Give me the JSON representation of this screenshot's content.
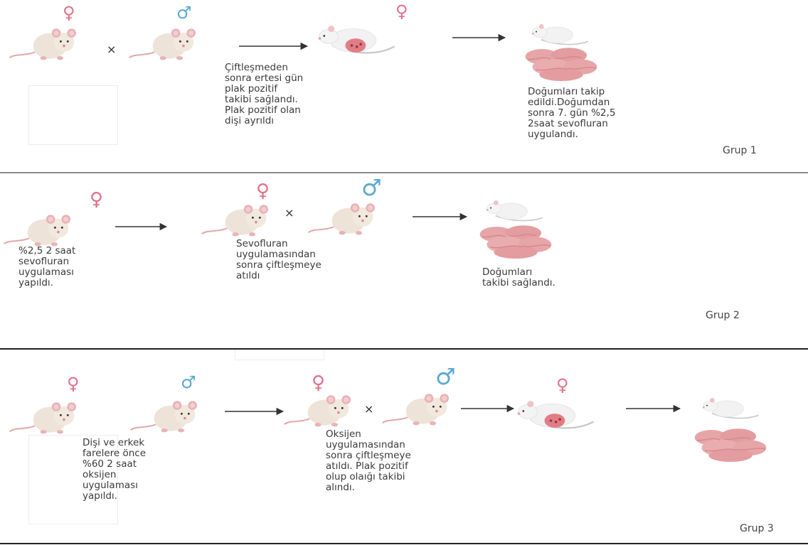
{
  "symbols": {
    "female": "♀",
    "male": "♂",
    "cross": "×"
  },
  "colors": {
    "female": "#e0718a",
    "male": "#5aa9d1",
    "mouse_fur": "#ede3d8",
    "mouse_pink": "#e8b3b8",
    "pups": "#e6a5a8",
    "line": "#555555"
  },
  "groups": [
    {
      "label": "Grup 1",
      "captions": [
        "Çiftleşmeden\nsonra ertesi gün\nplak pozitif\ntakibi sağlandı.\nPlak pozitif olan\ndişi ayrıldı",
        "Doğumları takip\nedildi.Doğumdan\nsonra 7. gün %2,5\n2saat sevofluran\nuygulandı."
      ]
    },
    {
      "label": "Grup 2",
      "captions": [
        "%2,5 2 saat\nsevofluran\nuygulaması\nyapıldı.",
        "Sevofluran\nuygulamasından\nsonra çiftleşmeye\natıldı",
        "Doğumları\ntakibi sağlandı."
      ]
    },
    {
      "label": "Grup 3",
      "captions": [
        "Dişi ve erkek\nfarelere önce\n%60 2 saat\noksijen\nuygulaması\nyapıldı.",
        "Oksijen\nuygulamasından\nsonra çiftleşmeye\natıldı. Plak pozitif\nolup olaığı takibi\nalındı."
      ]
    }
  ]
}
